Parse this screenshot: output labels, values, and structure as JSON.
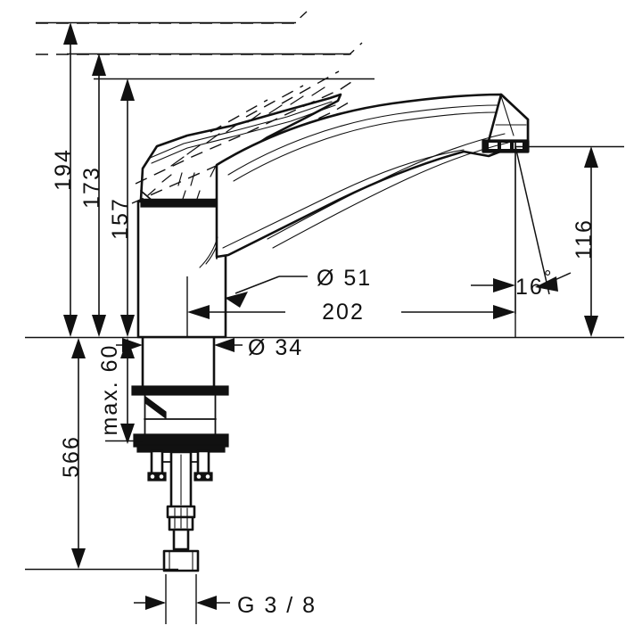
{
  "drawing": {
    "title": "Kitchen mixer tap dimensioned technical drawing",
    "units": "mm",
    "line_color": "#111111",
    "background_color": "#ffffff",
    "dimensions": {
      "height_overall": "194",
      "height_handle_open": "173",
      "height_spout": "157",
      "height_above_counter_reach": "116",
      "spout_projection": "202",
      "spout_diameter": "Ø 51",
      "body_diameter": "Ø 34",
      "max_counter_thickness": "max. 60",
      "total_length": "566",
      "thread_size": "G 3 / 8",
      "spout_angle": "16°"
    },
    "labels": {
      "dim_194": "194",
      "dim_173": "173",
      "dim_157": "157",
      "dim_116": "116",
      "dim_202": "202",
      "dim_d51": "Ø 51",
      "dim_d34": "Ø 34",
      "dim_max60": "max. 60",
      "dim_566": "566",
      "dim_g38": "G 3 / 8",
      "dim_angle16": "16",
      "degree_symbol": "°"
    }
  }
}
